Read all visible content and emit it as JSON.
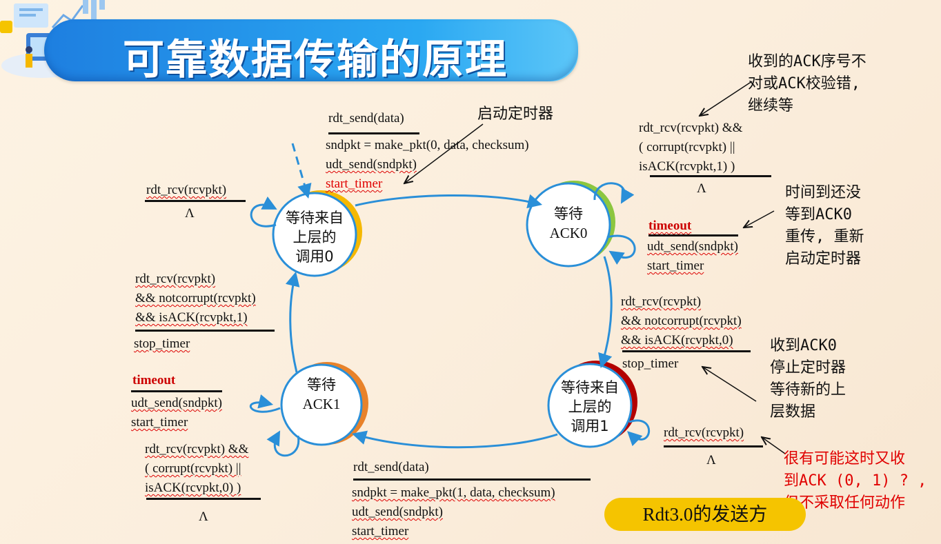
{
  "title": "可靠数据传输的原理",
  "badge": "Rdt3.0的发送方",
  "states": [
    {
      "id": "wait_call_0",
      "lines": [
        "等待来自",
        "上层的",
        "调用0"
      ]
    },
    {
      "id": "wait_ack0",
      "lines": [
        "等待",
        "ACK0"
      ]
    },
    {
      "id": "wait_call_1",
      "lines": [
        "等待来自",
        "上层的",
        "调用1"
      ]
    },
    {
      "id": "wait_ack1",
      "lines": [
        "等待",
        "ACK1"
      ]
    }
  ],
  "transitions": {
    "top": {
      "event": "rdt_send(data)",
      "actions": [
        "sndpkt = make_pkt(0, data, checksum)",
        "udt_send(sndpkt)"
      ],
      "start_timer": "start_timer"
    },
    "left_selfloop": {
      "event": "rdt_rcv(rcvpkt)",
      "action": "Λ"
    },
    "ack0_corrupt": {
      "event_lines": [
        "rdt_rcv(rcvpkt) &&",
        "( corrupt(rcvpkt) ||",
        "isACK(rcvpkt,1) )"
      ],
      "action": "Λ"
    },
    "ack0_timeout": {
      "event": "timeout",
      "actions": [
        "udt_send(sndpkt)",
        "start_timer"
      ]
    },
    "right_down": {
      "event_lines": [
        "rdt_rcv(rcvpkt)",
        "&& notcorrupt(rcvpkt)",
        "&& isACK(rcvpkt,0)"
      ],
      "action": "stop_timer"
    },
    "call1_selfloop": {
      "event": "rdt_rcv(rcvpkt)",
      "action": "Λ"
    },
    "bottom": {
      "event": "rdt_send(data)",
      "actions": [
        "sndpkt = make_pkt(1, data, checksum)",
        "udt_send(sndpkt)",
        "start_timer"
      ]
    },
    "ack1_corrupt": {
      "event_lines": [
        "rdt_rcv(rcvpkt) &&",
        "( corrupt(rcvpkt) ||",
        "isACK(rcvpkt,0) )"
      ],
      "action": "Λ"
    },
    "ack1_timeout": {
      "event": "timeout",
      "actions": [
        "udt_send(sndpkt)",
        "start_timer"
      ]
    },
    "left_up": {
      "event_lines": [
        "rdt_rcv(rcvpkt)",
        "&& notcorrupt(rcvpkt)",
        "&& isACK(rcvpkt,1)"
      ],
      "action": "stop_timer"
    }
  },
  "annotations": {
    "start_timer_note": "启动定时器",
    "wrong_ack_note": [
      "收到的ACK序号不",
      "对或ACK校验错,",
      "继续等"
    ],
    "timeout_note": [
      "时间到还没",
      "等到ACK0",
      "重传, 重新",
      "启动定时器"
    ],
    "ack0_received_note": [
      "收到ACK0",
      "停止定时器",
      "等待新的上",
      "层数据"
    ],
    "possible_ack_note": [
      "很有可能这时又收",
      "到ACK (0, 1) ? ,",
      "但不采取任何动作"
    ]
  },
  "colors": {
    "banner": "#1e7fe0",
    "ring_call0": "#f5b800",
    "ring_ack0": "#8cc63f",
    "ring_call1": "#b30000",
    "ring_ack1": "#e8822a",
    "arrow": "#2a8fd8",
    "badge": "#f5c400",
    "highlight": "#e00000"
  }
}
